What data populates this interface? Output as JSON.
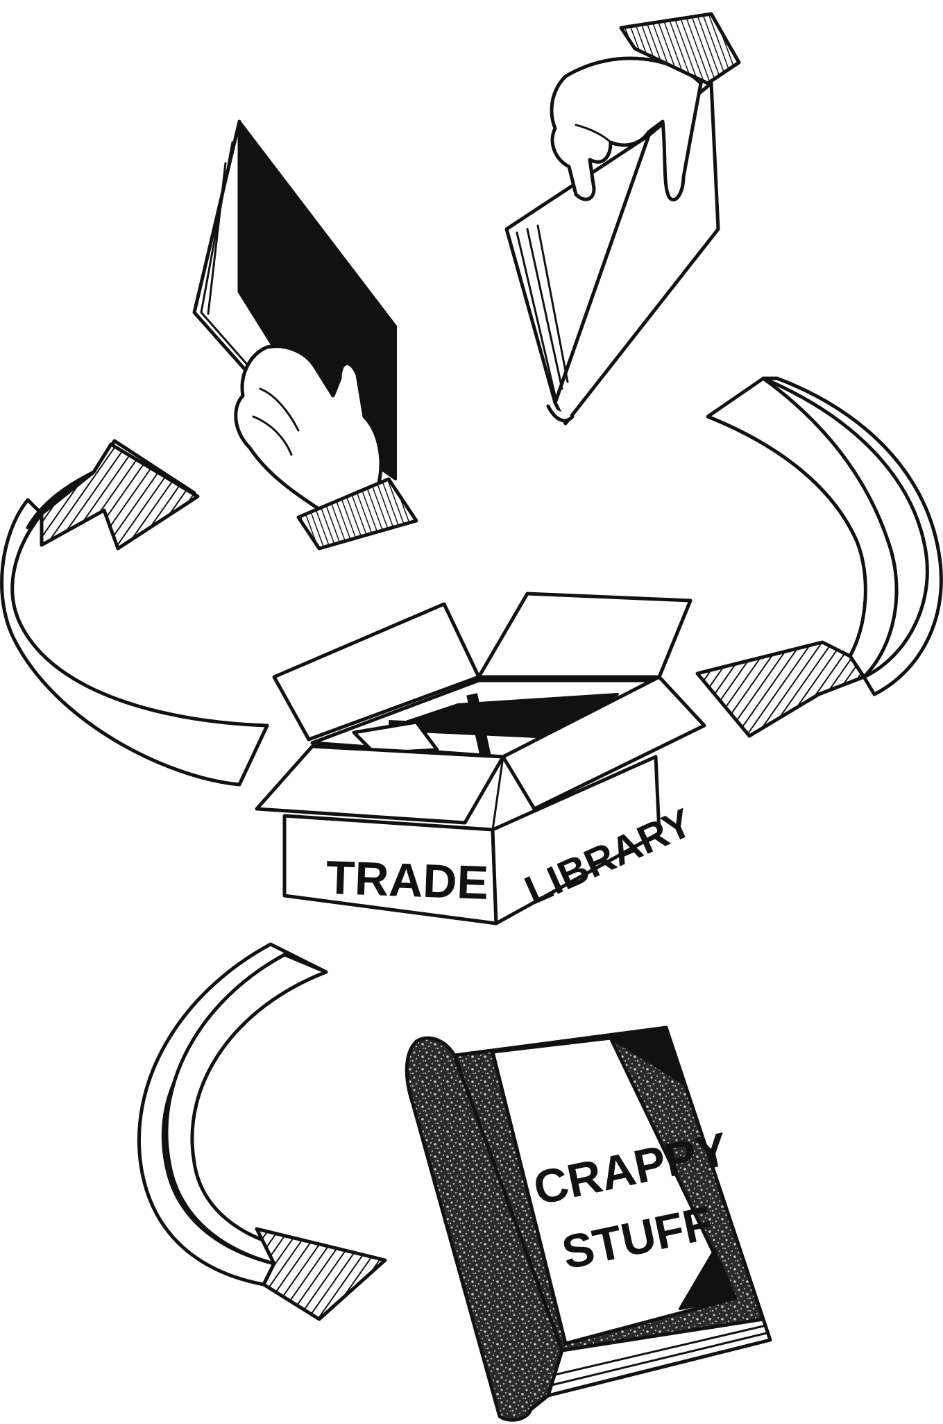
{
  "illustration": {
    "box_label_front": "TRADE",
    "box_label_side": "LIBRARY",
    "book_label_line1": "CRAPPY",
    "book_label_line2": "STUFF"
  },
  "icons": [
    "hand-holding-black-book-icon",
    "hand-holding-open-book-icon",
    "curved-arrow-icon",
    "open-cardboard-box-icon",
    "crappy-stuff-book-icon"
  ],
  "colors": {
    "ink": "#111111",
    "paper": "#ffffff"
  }
}
